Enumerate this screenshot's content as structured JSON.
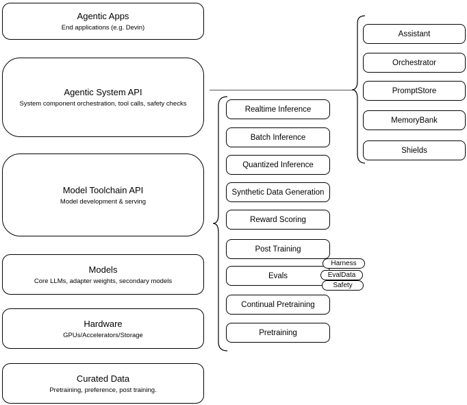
{
  "left_stack": [
    {
      "title": "Agentic Apps",
      "subtitle": "End applications (e.g. Devin)"
    },
    {
      "title": "Agentic System API",
      "subtitle": "System component orchestration, tool calls, safety checks"
    },
    {
      "title": "Model Toolchain API",
      "subtitle": "Model development & serving"
    },
    {
      "title": "Models",
      "subtitle": "Core LLMs, adapter weights, secondary models"
    },
    {
      "title": "Hardware",
      "subtitle": "GPUs/Accelerators/Storage"
    },
    {
      "title": "Curated Data",
      "subtitle": "Pretraining, preference, post training."
    }
  ],
  "toolchain_items": [
    "Realtime Inference",
    "Batch Inference",
    "Quantized Inference",
    "Synthetic Data Generation",
    "Reward Scoring",
    "Post Training",
    "Evals",
    "Continual Pretraining",
    "Pretraining"
  ],
  "eval_tags": [
    "Harness",
    "EvalData",
    "Safety"
  ],
  "system_components": [
    "Assistant",
    "Orchestrator",
    "PromptStore",
    "MemoryBank",
    "Shields"
  ],
  "colors": {
    "stroke": "#000000",
    "background": "#ffffff",
    "connector": "#555555"
  }
}
